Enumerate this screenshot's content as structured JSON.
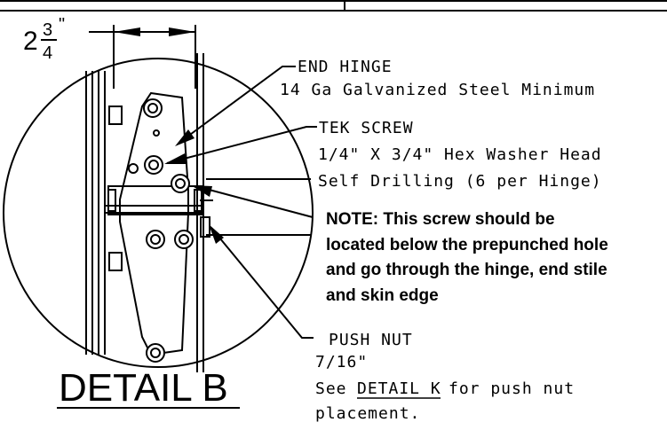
{
  "dimension": {
    "whole": "2",
    "numerator": "3",
    "denominator": "4",
    "unit": "\""
  },
  "callouts": {
    "end_hinge": {
      "title": "END HINGE",
      "spec": "14 Ga Galvanized Steel Minimum"
    },
    "tek_screw": {
      "title": "TEK SCREW",
      "spec_line1": "1/4\" X 3/4\" Hex Washer Head",
      "spec_line2": "Self Drilling (6 per Hinge)"
    },
    "note": {
      "line1": "NOTE: This screw should be",
      "line2": "located below the prepunched hole",
      "line3": "and go through the hinge, end stile",
      "line4": "and skin edge"
    },
    "push_nut": {
      "title": "PUSH NUT",
      "size": "7/16\"",
      "see_prefix": "See",
      "link": "DETAIL K",
      "see_suffix": "for push nut",
      "line3": "placement."
    }
  },
  "detail_title": "DETAIL B"
}
